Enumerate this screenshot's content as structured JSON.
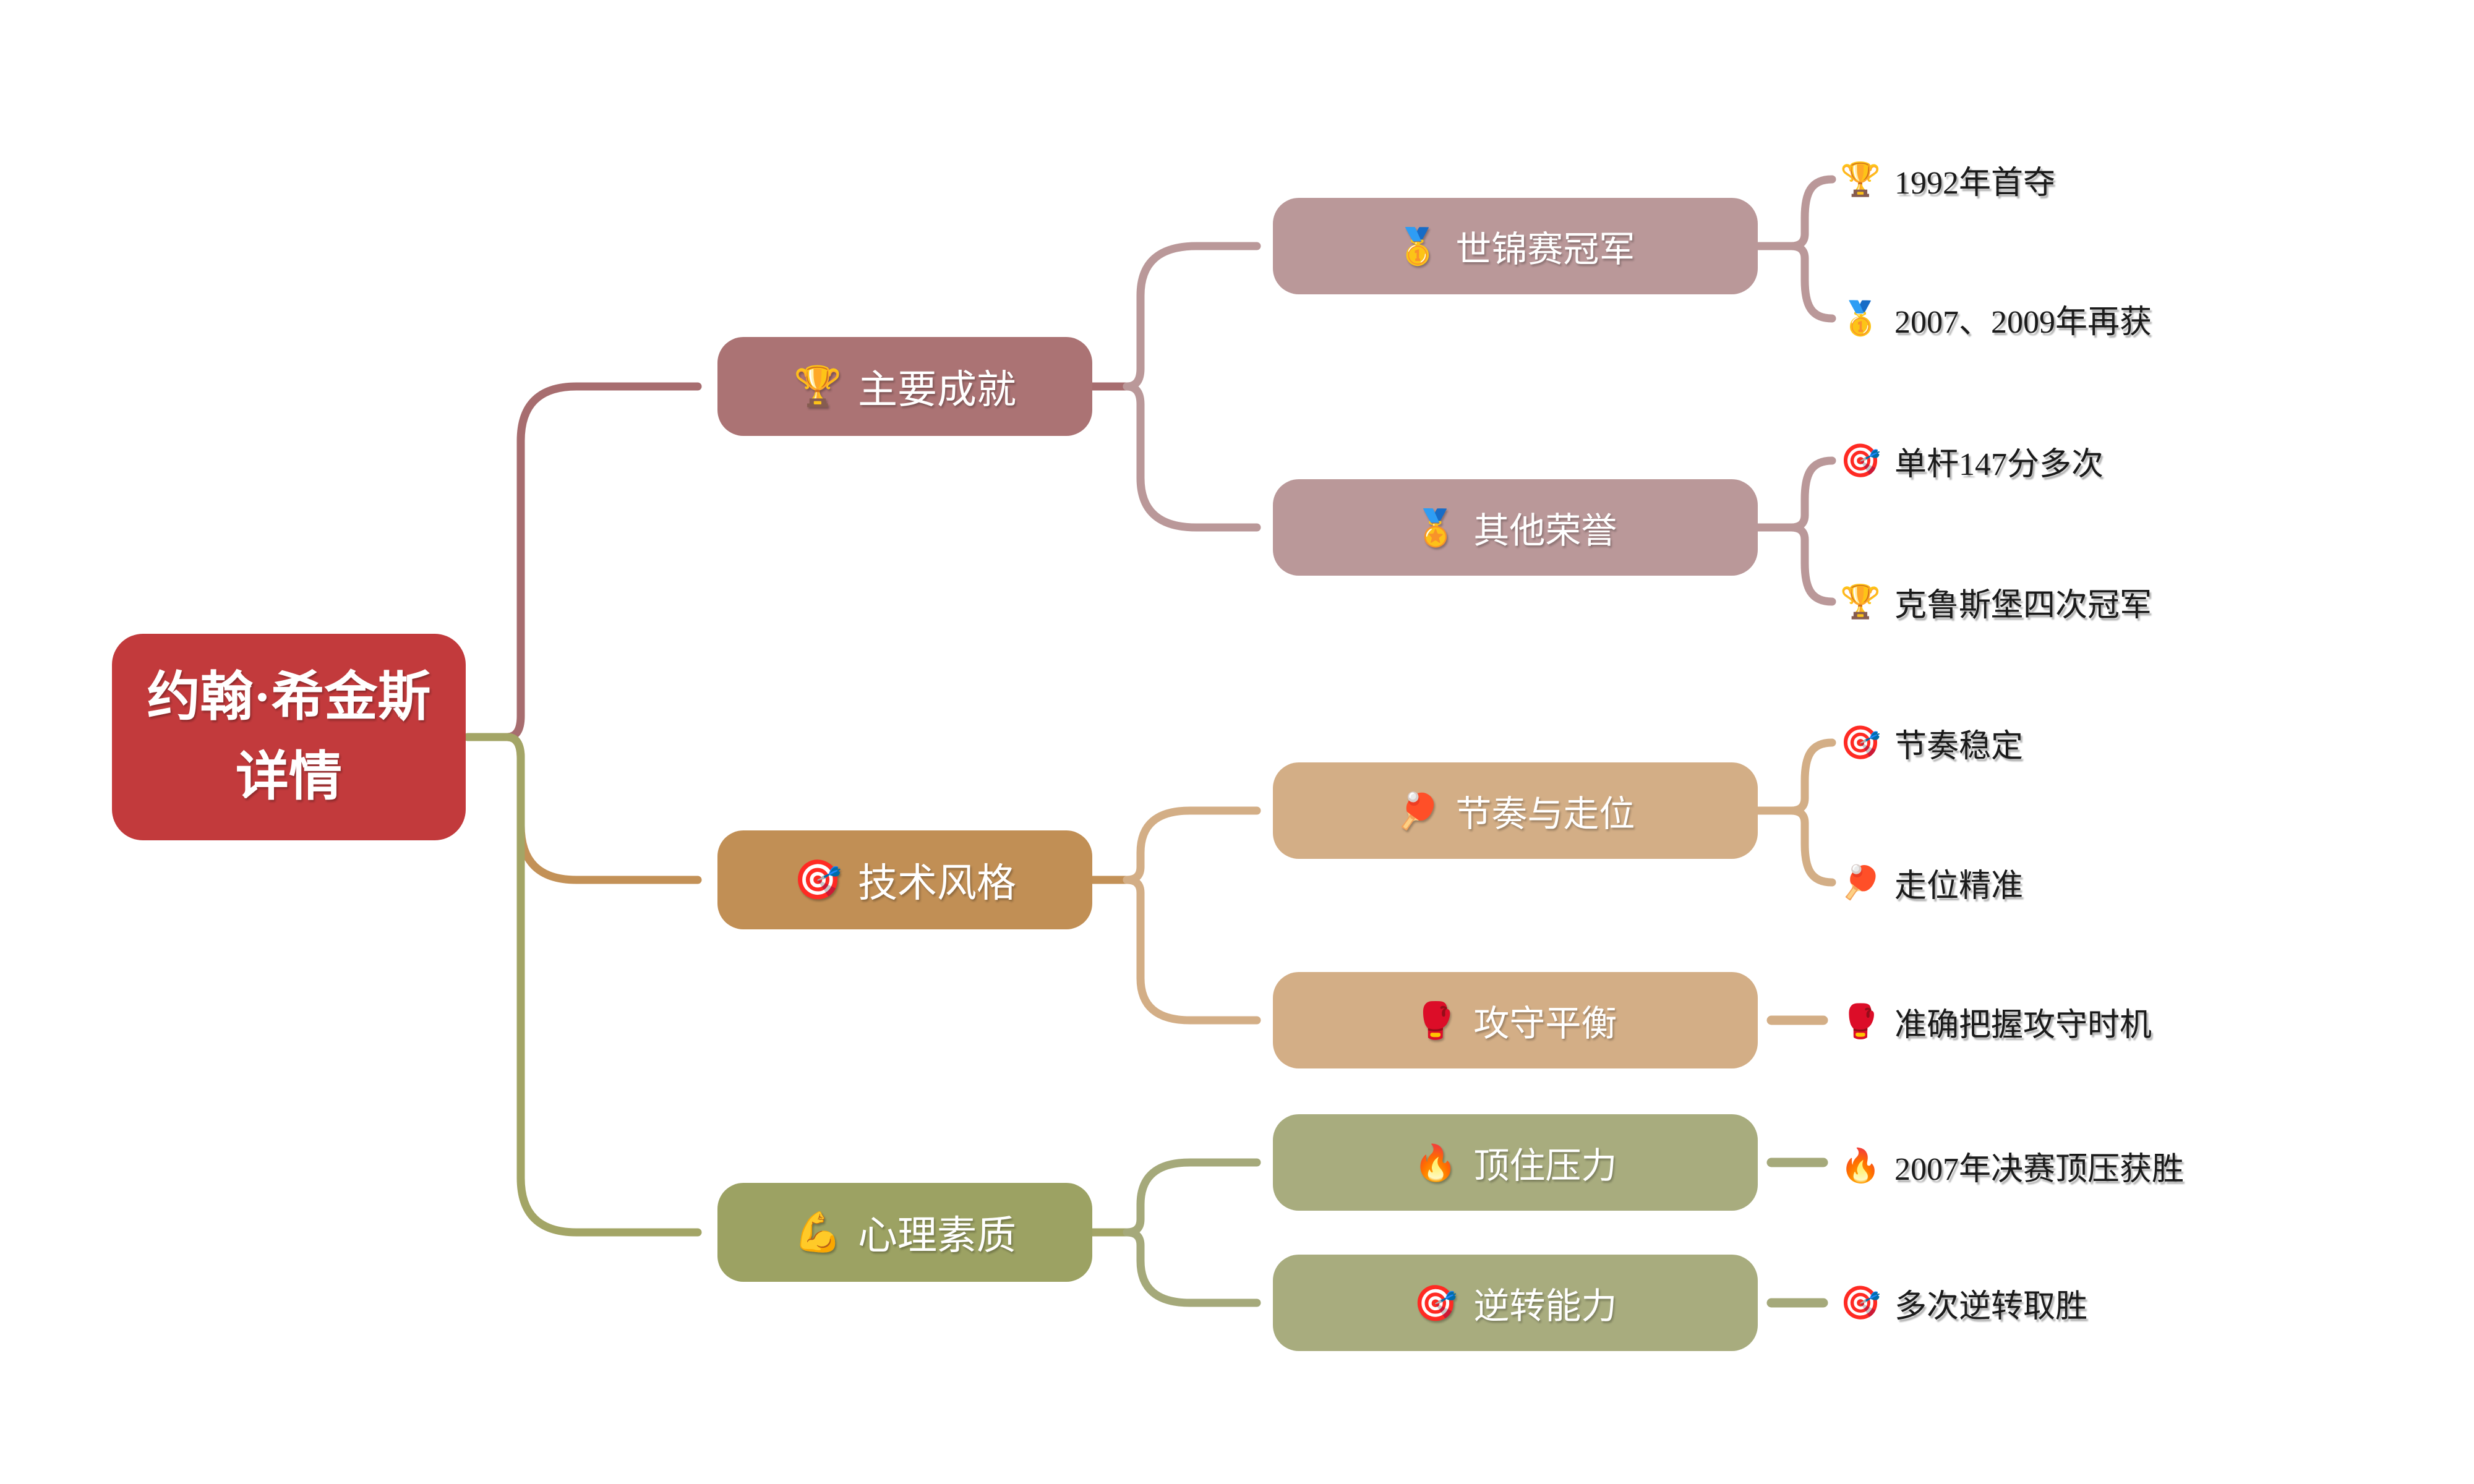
{
  "root": {
    "line1": "约翰·希金斯",
    "line2": "详情"
  },
  "branches": [
    {
      "label": "主要成就",
      "icon": "🏆",
      "children": [
        {
          "label": "世锦赛冠军",
          "icon": "🥇",
          "leaves": [
            {
              "icon": "🏆",
              "label": "1992年首夺"
            },
            {
              "icon": "🥇",
              "label": "2007、2009年再获"
            }
          ]
        },
        {
          "label": "其他荣誉",
          "icon": "🏅",
          "leaves": [
            {
              "icon": "🎯",
              "label": "单杆147分多次"
            },
            {
              "icon": "🏆",
              "label": "克鲁斯堡四次冠军"
            }
          ]
        }
      ]
    },
    {
      "label": "技术风格",
      "icon": "🎯",
      "children": [
        {
          "label": "节奏与走位",
          "icon": "🏓",
          "leaves": [
            {
              "icon": "🎯",
              "label": "节奏稳定"
            },
            {
              "icon": "🏓",
              "label": "走位精准"
            }
          ]
        },
        {
          "label": "攻守平衡",
          "icon": "🥊",
          "leaves": [
            {
              "icon": "🥊",
              "label": "准确把握攻守时机"
            }
          ]
        }
      ]
    },
    {
      "label": "心理素质",
      "icon": "💪",
      "children": [
        {
          "label": "顶住压力",
          "icon": "🔥",
          "leaves": [
            {
              "icon": "🔥",
              "label": "2007年决赛顶压获胜"
            }
          ]
        },
        {
          "label": "逆转能力",
          "icon": "🎯",
          "leaves": [
            {
              "icon": "🎯",
              "label": "多次逆转取胜"
            }
          ]
        }
      ]
    }
  ],
  "colors": {
    "root-bg": "#c23a3c",
    "branch1-bg": "#ab7374",
    "branch1-line": "#a76d6f",
    "sub1-bg": "#ba9899",
    "sub1-line": "#ba9899",
    "branch2-bg": "#c18f55",
    "branch2-line": "#c39157",
    "sub2-bg": "#d3ae86",
    "sub2-line": "#d3ae86",
    "branch3-bg": "#9ca263",
    "branch3-line": "#a3a566",
    "sub3-bg": "#a8ac7e",
    "sub3-line": "#a5a97a",
    "leaf-text": "#1a1a1a"
  }
}
